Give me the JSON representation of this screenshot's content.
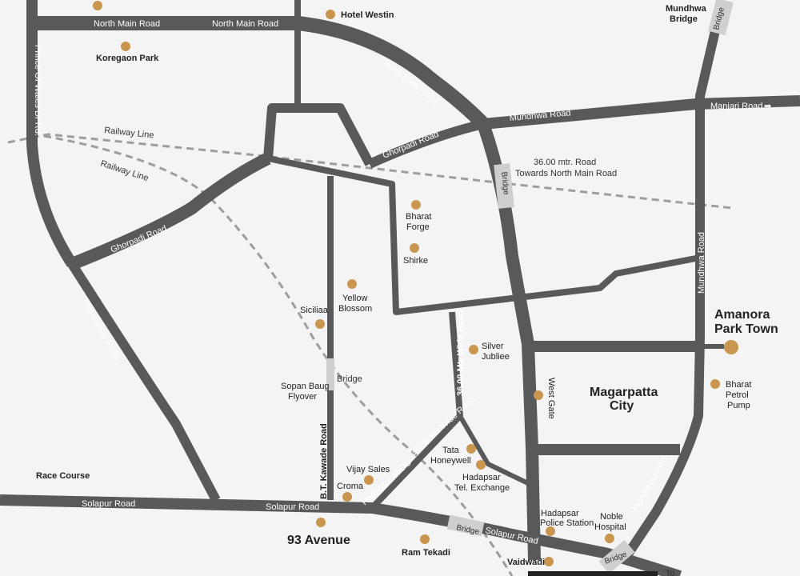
{
  "roads": {
    "north_main_1": "North Main Road",
    "north_main_2": "North Main Road",
    "north_main_3": "North Main Road",
    "mundhwa_top": "Mundhwa Road",
    "manjari": "Manjari Road",
    "ghorpadi_1": "Ghorpadi Road",
    "ghorpadi_2": "Ghorpadi Road",
    "prince_of_wales": "Prince Of Wales Dr Rd.",
    "richardson": "Richardson Road",
    "mundhwa_right": "Mundhwa Road",
    "mundhwa_bottom": "Mundhwa Road",
    "solapur_1": "Solapur Road",
    "solapur_2": "Solapur Road",
    "solapur_3": "Solapur Road",
    "bt_kawade": "B.T. Kawade Road",
    "wide_36": "36.00 Mtr Wide Road",
    "wide_36_small": "36.00 Mtr Wide Road",
    "hadapsar_midc": "Hadapsar MIDC",
    "road_36_line1": "36.00 mtr. Road",
    "road_36_line2": "Towards North Main Road",
    "to": "To"
  },
  "railway": {
    "line1": "Railway Line",
    "line2": "Railway Line"
  },
  "bridges": {
    "top": "Bridge",
    "middle": "Bridge",
    "solapur": "Bridge",
    "bottom_right": "Bridge",
    "sopan": "Bridge"
  },
  "places": {
    "koregaon_park": "Koregaon Park",
    "hotel_westin": "Hotel Westin",
    "mundhwa_bridge_1": "Mundhwa",
    "mundhwa_bridge_2": "Bridge",
    "bharat_forge_1": "Bharat",
    "bharat_forge_2": "Forge",
    "shirke": "Shirke",
    "yellow_blossom_1": "Yellow",
    "yellow_blossom_2": "Blossom",
    "siciliaa": "Siciliaa",
    "silver_jubliee_1": "Silver",
    "silver_jubliee_2": "Jubliee",
    "sopan_baug_1": "Sopan Baug",
    "sopan_baug_2": "Flyover",
    "west_gate": "West Gate",
    "magarpatta_1": "Magarpatta",
    "magarpatta_2": "City",
    "amanora_1": "Amanora",
    "amanora_2": "Park Town",
    "bharat_petrol_1": "Bharat",
    "bharat_petrol_2": "Petrol",
    "bharat_petrol_3": "Pump",
    "tata_honeywell_1": "Tata",
    "tata_honeywell_2": "Honeywell",
    "hadapsar_tel_1": "Hadapsar",
    "hadapsar_tel_2": "Tel. Exchange",
    "vijay_sales": "Vijay Sales",
    "croma": "Croma",
    "race_course": "Race Course",
    "avenue_93": "93 Avenue",
    "ram_tekadi": "Ram Tekadi",
    "hadapsar_police_1": "Hadapsar",
    "hadapsar_police_2": "Police Station",
    "noble_hospital_1": "Noble",
    "noble_hospital_2": "Hospital",
    "vaidwadi": "Vaidwadi"
  },
  "colors": {
    "road": "#58595b",
    "background": "#f4f4f4",
    "poi": "#c9964f",
    "railway": "#9e9e9e",
    "bridge": "#cfcfcf"
  }
}
